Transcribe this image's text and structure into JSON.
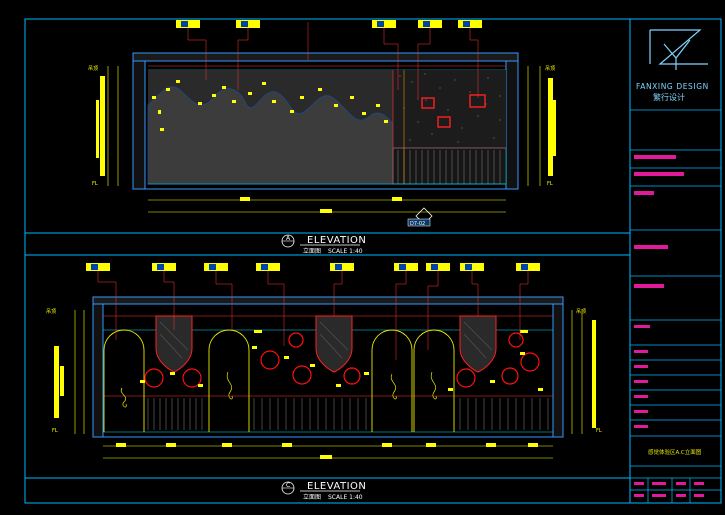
{
  "colors": {
    "background": "#000000",
    "frame": "#00b7ff",
    "accent": "#00ffff",
    "dimension": "#ffff00",
    "red": "#ff1010",
    "white": "#ffffff"
  },
  "views": {
    "a": {
      "marker": "A",
      "title": "ELEVATION",
      "subtitle": "立面图",
      "scale": "SCALE 1:40"
    },
    "c": {
      "marker": "C",
      "title": "ELEVATION",
      "subtitle": "立面图",
      "scale": "SCALE 1:40"
    }
  },
  "section_tag": "D7-02",
  "level_marks": {
    "top_left": "吊顶",
    "floor_left": "FL",
    "top_right": "吊顶",
    "floor_right": "FL"
  },
  "title_block": {
    "brand_en": "FANXING DESIGN",
    "brand_cn": "繁行设计",
    "logo_icon": "fanxing-logo-icon",
    "drawing_name": "感觉体验区A.C立面图"
  }
}
